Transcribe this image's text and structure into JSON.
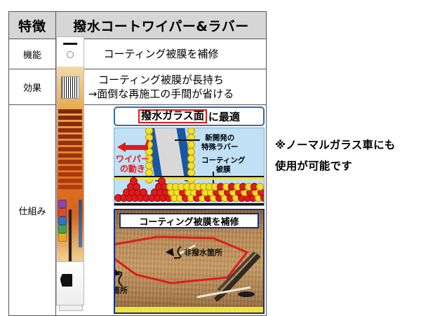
{
  "table": {
    "header": {
      "label": "特徴",
      "value": "撥水コートワイパー&ラバー"
    },
    "rows": [
      {
        "label": "機能",
        "text": "コーティング被膜を補修"
      },
      {
        "label": "効果",
        "line1": "コーティング被膜が長持ち",
        "line2": "→面倒な再施工の手間が省ける"
      },
      {
        "label": "仕組み"
      }
    ]
  },
  "diagram": {
    "top_callout": {
      "boxed": "撥水ガラス面",
      "plain": "に最適"
    },
    "wiper_motion_label": {
      "line1": "ワイパー",
      "line2": "の動き"
    },
    "rubber_label": {
      "line1": "新開発の",
      "line2": "特殊ラバー"
    },
    "coating_label": {
      "line1": "コーティング",
      "line2": "被膜"
    },
    "bottom_callout": "コーティング被膜を補修",
    "non_repellent_label": "非撥水箇所",
    "repellent_label": "撥水箇所"
  },
  "note": {
    "line1": "※ノーマルガラス車にも",
    "line2": "使用が可能です"
  },
  "colors": {
    "header_bg": "#d6d6d6",
    "red": "#e01b1b",
    "yellow": "#f5e02a",
    "sky": "#bfe0f5",
    "blue_border": "#14307d",
    "blue_blade": "#1857a8"
  }
}
